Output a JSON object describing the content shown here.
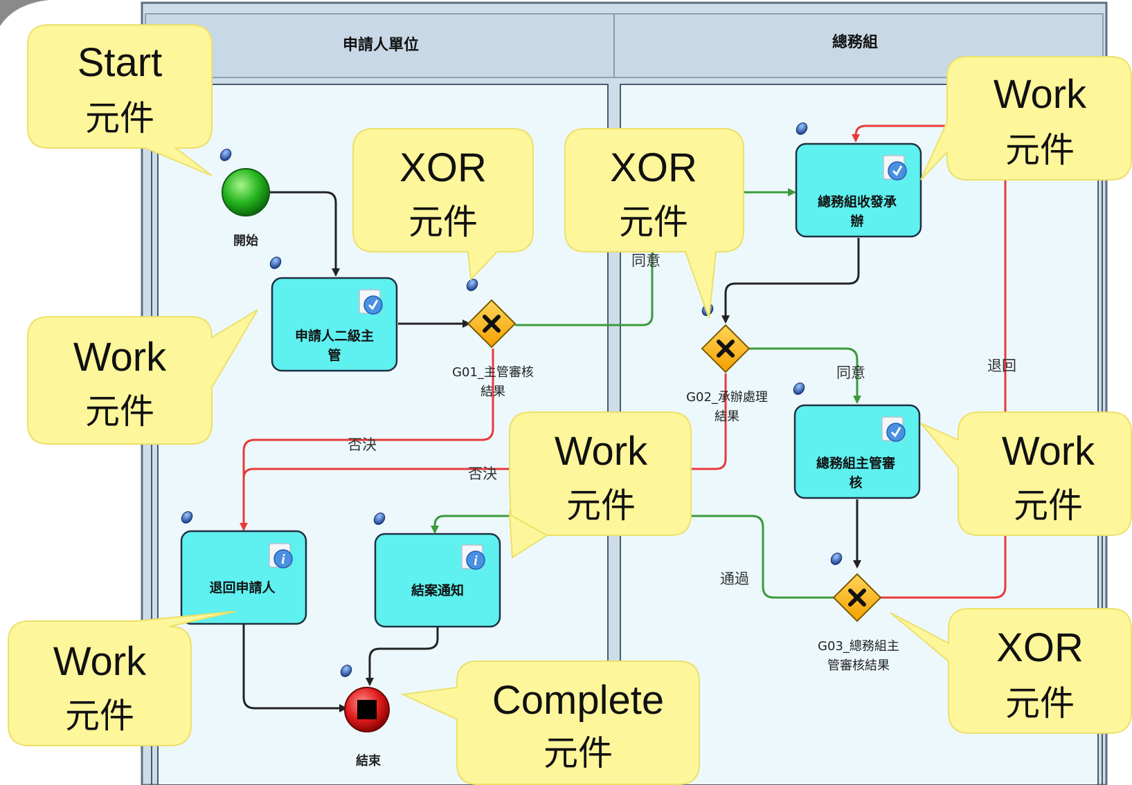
{
  "lanes": {
    "left_title": "申請人單位",
    "right_title": "總務組"
  },
  "nodes": {
    "start_label": "開始",
    "end_label": "結束",
    "task_level2_manager": [
      "申請人二級主",
      "管"
    ],
    "task_return_applicant": "退回申請人",
    "task_close_notice": "結案通知",
    "task_general_receive": [
      "總務組收發承",
      "辦"
    ],
    "task_general_manager": [
      "總務組主管審",
      "核"
    ],
    "gateway_g01": [
      "G01_主管審核",
      "結果"
    ],
    "gateway_g02": [
      "G02_承辦處理",
      "結果"
    ],
    "gateway_g03": [
      "G03_總務組主",
      "管審核結果"
    ]
  },
  "flow_labels": {
    "agree_1": "同意",
    "agree_2": "同意",
    "reject_1": "否決",
    "reject_2": "否決",
    "return": "退回",
    "pass": "通過"
  },
  "callouts": {
    "start": {
      "en": "Start",
      "zh": "元件"
    },
    "work_left": {
      "en": "Work",
      "zh": "元件"
    },
    "work_left_bottom": {
      "en": "Work",
      "zh": "元件"
    },
    "xor_1": {
      "en": "XOR",
      "zh": "元件"
    },
    "xor_2": {
      "en": "XOR",
      "zh": "元件"
    },
    "work_top_right": {
      "en": "Work",
      "zh": "元件"
    },
    "work_middle": {
      "en": "Work",
      "zh": "元件"
    },
    "work_right": {
      "en": "Work",
      "zh": "元件"
    },
    "xor_right": {
      "en": "XOR",
      "zh": "元件"
    },
    "complete": {
      "en": "Complete",
      "zh": "元件"
    }
  },
  "colors": {
    "lane_header": "#c8d8e6",
    "lane_body": "#edf8fc",
    "task_fill": "#5ff0f0",
    "callout_fill": "#fef69a",
    "callout_stroke": "#ece06a",
    "flow_black": "#222222",
    "flow_green": "#3a9a3a",
    "flow_red": "#e8393a"
  }
}
